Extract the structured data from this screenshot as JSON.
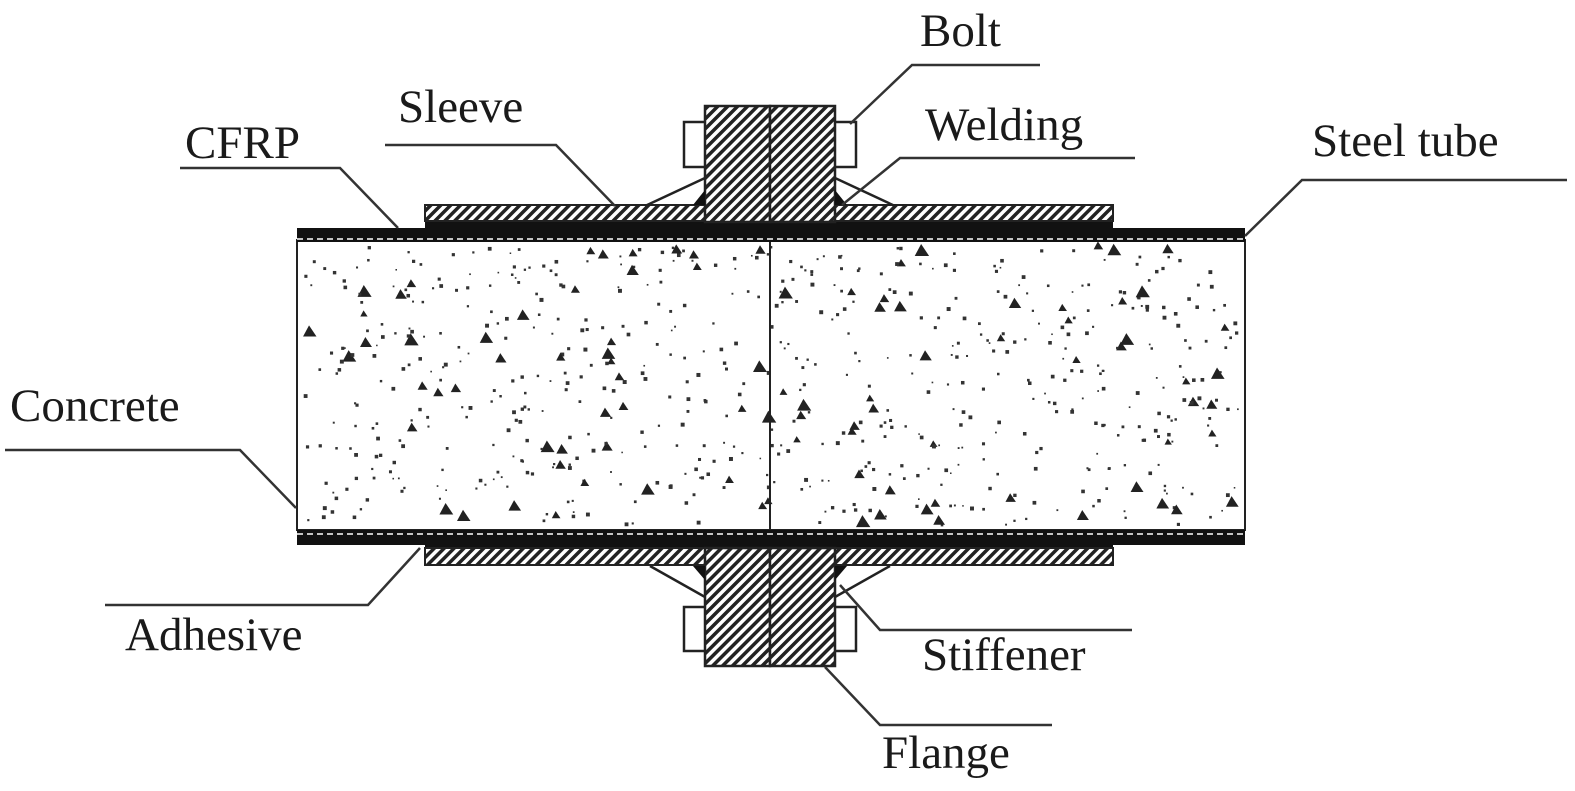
{
  "title": "CFRP-strengthened concrete-filled steel tube flange connection",
  "labels": {
    "bolt": "Bolt",
    "sleeve": "Sleeve",
    "cfrp": "CFRP",
    "welding": "Welding",
    "steel_tube": "Steel tube",
    "concrete": "Concrete",
    "adhesive": "Adhesive",
    "stiffener": "Stiffener",
    "flange": "Flange"
  },
  "colors": {
    "ink": "#1a1a1a",
    "background": "#ffffff"
  }
}
